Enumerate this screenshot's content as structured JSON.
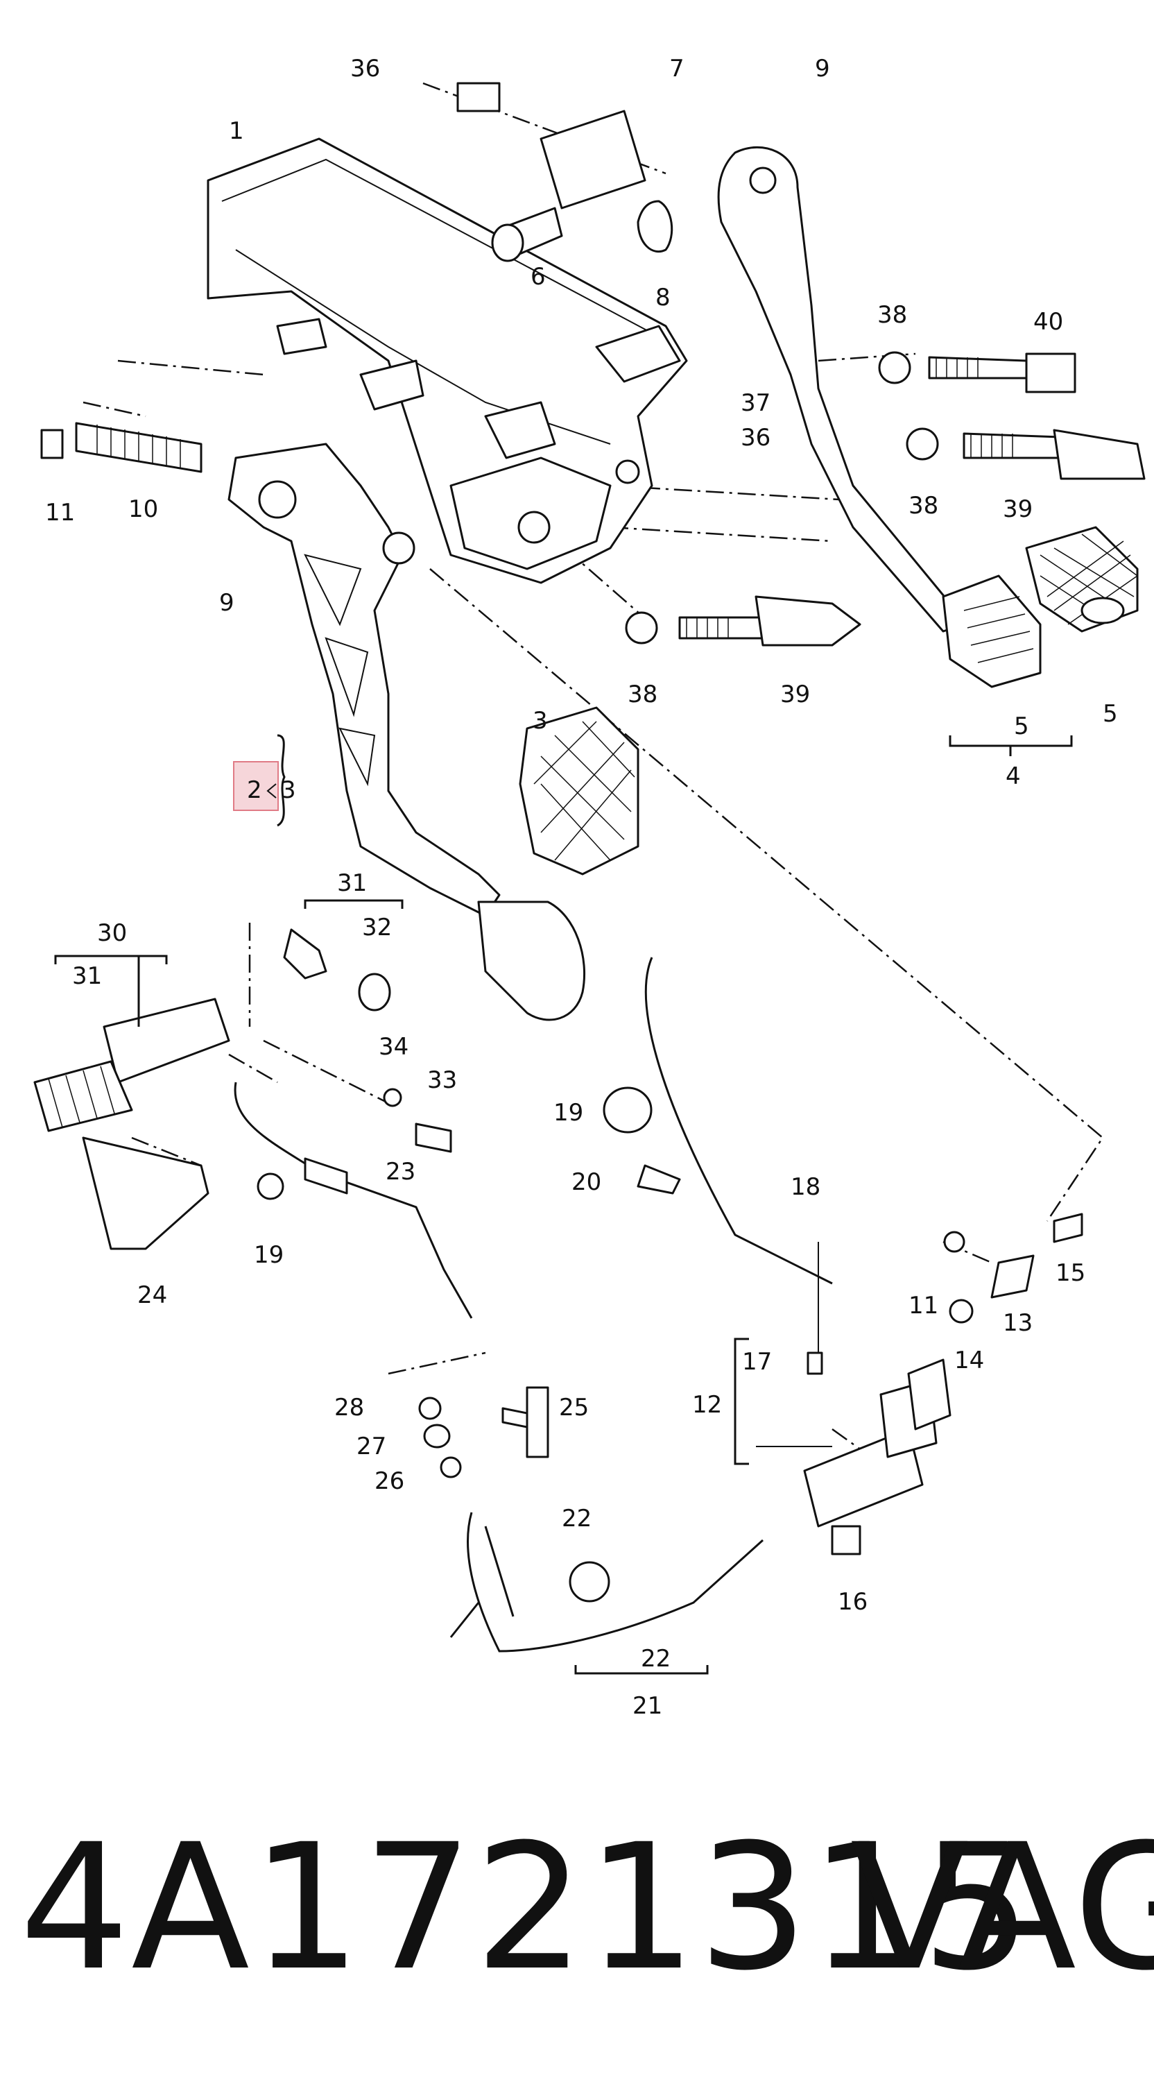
{
  "diagram": {
    "callouts": [
      "36",
      "7",
      "9",
      "1",
      "6",
      "8",
      "38",
      "40",
      "37",
      "36",
      "11",
      "10",
      "38",
      "39",
      "9",
      "38",
      "39",
      "5",
      "5",
      "4",
      "2",
      "3",
      "3",
      "31",
      "30",
      "31",
      "32",
      "34",
      "33",
      "19",
      "20",
      "18",
      "23",
      "19",
      "24",
      "17",
      "12",
      "11",
      "15",
      "13",
      "14",
      "16",
      "28",
      "25",
      "27",
      "26",
      "22",
      "22",
      "21"
    ],
    "highlighted_callout": "2"
  },
  "footer": {
    "part_number": "4A1721315",
    "brand": "VAG"
  },
  "colors": {
    "line": "#111111",
    "highlight_fill": "#f6d6da",
    "highlight_stroke": "#e07b86"
  }
}
